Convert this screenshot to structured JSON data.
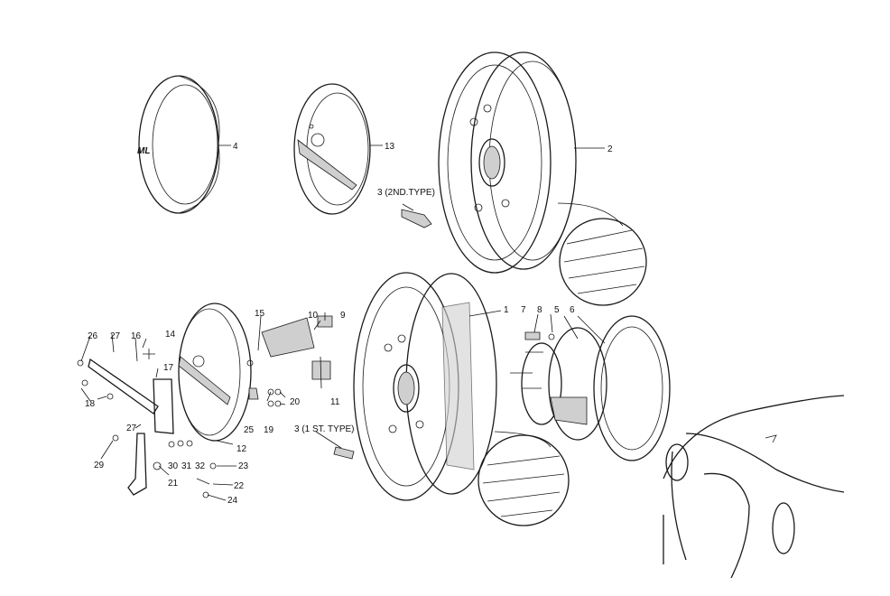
{
  "diagram": {
    "logo_text": "ML",
    "labels": {
      "hubcap_ml": "4",
      "hubcap_plain": "13",
      "wheel_2nd_type": "2",
      "valve_2nd_type": "3 (2ND.TYPE)",
      "wheel_1st_type": "1",
      "bolt_7": "7",
      "washer_8": "8",
      "hub_5": "5",
      "gasket_6": "6",
      "part_10": "10",
      "nut_9": "9",
      "part_15": "15",
      "spacer_11": "11",
      "screw_26": "26",
      "clip_27_top": "27",
      "bracket_16": "16",
      "bolt_14": "14",
      "plate_17": "17",
      "screw_18": "18",
      "disc_12": "12",
      "clip_25": "25",
      "washer_19": "19",
      "nut_20": "20",
      "valve_1st_type": "3 (1 ST. TYPE)",
      "clip_27_bottom": "27",
      "bolt_29": "29",
      "washer_30": "30",
      "washer_31": "31",
      "nut_32": "32",
      "screw_23": "23",
      "nut_21": "21",
      "clip_22": "22",
      "nut_24": "24"
    }
  }
}
